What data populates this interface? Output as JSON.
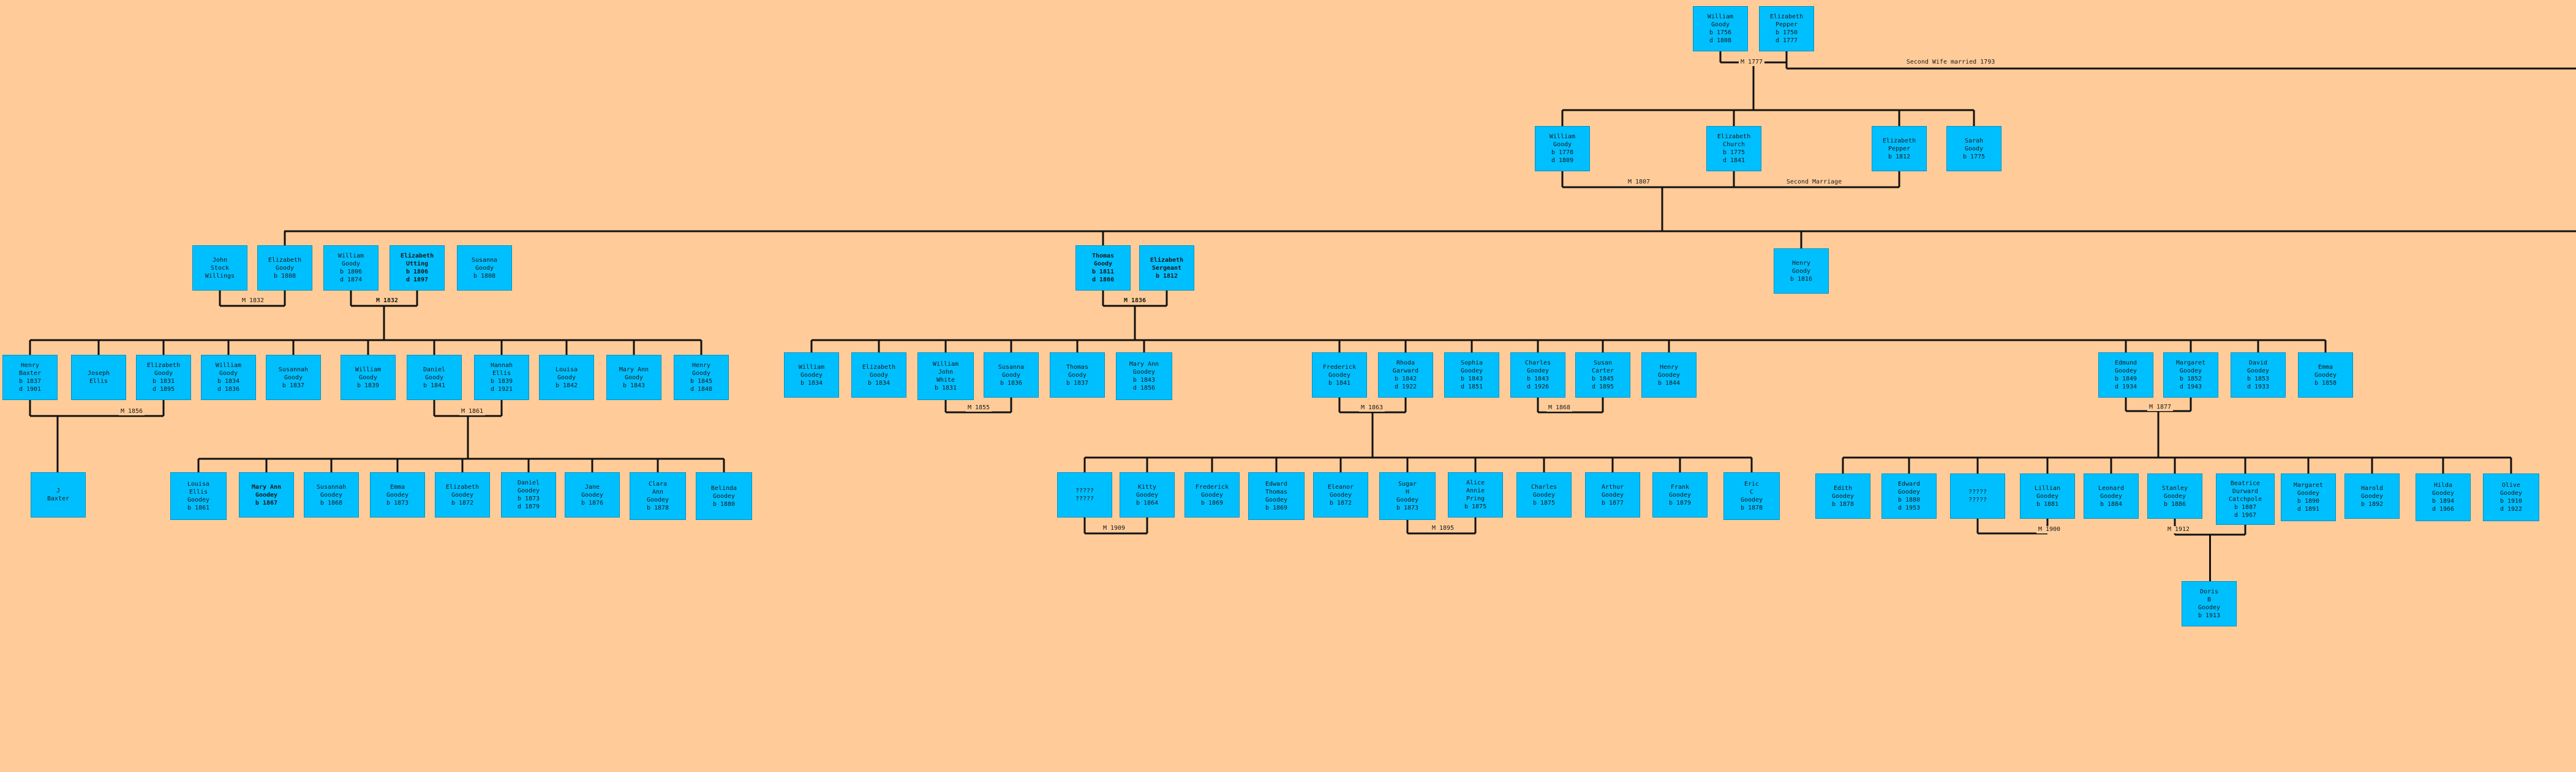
{
  "people": [
    {
      "id": "william-1756",
      "text": "William\nGoody\nb 1756\nd 1808"
    },
    {
      "id": "elizabeth-pepper-1750",
      "text": "Elizabeth\nPepper\nb 1750\nd 1777"
    },
    {
      "id": "william-1778",
      "text": "William\nGoody\nb 1778\nd 1809"
    },
    {
      "id": "elizabeth-church",
      "text": "Elizabeth\nChurch\nb 1775\nd 1841"
    },
    {
      "id": "elizabeth-pepper-1812",
      "text": "Elizabeth\nPepper\nb 1812"
    },
    {
      "id": "sarah-1775",
      "text": "Sarah\nGoody\nb 1775"
    },
    {
      "id": "john-stock-willings",
      "text": "John\nStock\nWillings"
    },
    {
      "id": "elizabeth-1808",
      "text": "Elizabeth\nGoody\nb 1808"
    },
    {
      "id": "william-1806",
      "text": "William\nGoody\nb 1806\nd 1874"
    },
    {
      "id": "elizabeth-utting",
      "text": "Elizabeth\nUtting\nb 1806\nd 1897",
      "bold": true
    },
    {
      "id": "susanna-1808",
      "text": "Susanna\nGoody\nb 1808"
    },
    {
      "id": "thomas-1811",
      "text": "Thomas\nGoody\nb 1811\nd 1866",
      "bold": true
    },
    {
      "id": "elizabeth-sergeant",
      "text": "Elizabeth\nSergeant\nb 1812",
      "bold": true
    },
    {
      "id": "henry-1816",
      "text": "Henry\nGoody\nb 1816"
    },
    {
      "id": "henry-baxter",
      "text": "Henry\nBaxter\nb 1837\nd 1901"
    },
    {
      "id": "joseph-ellis",
      "text": "Joseph\nEllis"
    },
    {
      "id": "elizabeth-1831",
      "text": "Elizabeth\nGoody\nb 1831\nd 1895"
    },
    {
      "id": "william-1834",
      "text": "William\nGoody\nb 1834\nd 1836"
    },
    {
      "id": "susannah-1837",
      "text": "Susannah\nGoody\nb 1837"
    },
    {
      "id": "william-1839",
      "text": "William\nGoody\nb 1839"
    },
    {
      "id": "daniel-1841",
      "text": "Daniel\nGoody\nb 1841"
    },
    {
      "id": "hannah-ellis",
      "text": "Hannah\nEllis\nb 1839\nd 1921"
    },
    {
      "id": "louisa-1842",
      "text": "Louisa\nGoody\nb 1842"
    },
    {
      "id": "maryann-1843",
      "text": "Mary Ann\nGoody\nb 1843"
    },
    {
      "id": "henry-1845",
      "text": "Henry\nGoody\nb 1845\nd 1848"
    },
    {
      "id": "j-baxter",
      "text": "J\nBaxter"
    },
    {
      "id": "louisa-ellis",
      "text": "Louisa\nEllis\nGoodey\nb 1861"
    },
    {
      "id": "maryann-1867",
      "text": "Mary Ann\nGoodey\nb 1867",
      "bold": true
    },
    {
      "id": "susannah-1868",
      "text": "Susannah\nGoodey\nb 1868"
    },
    {
      "id": "emma-1873",
      "text": "Emma\nGoodey\nb 1873"
    },
    {
      "id": "elizabeth-1872",
      "text": "Elizabeth\nGoodey\nb 1872"
    },
    {
      "id": "daniel-1873",
      "text": "Daniel\nGoodey\nb 1873\nd 1879"
    },
    {
      "id": "jane-1876",
      "text": "Jane\nGoodey\nb 1876"
    },
    {
      "id": "clara-1878",
      "text": "Clara\nAnn\nGoodey\nb 1878"
    },
    {
      "id": "belinda-1880",
      "text": "Belinda\nGoodey\nb 1880"
    },
    {
      "id": "william-1834b",
      "text": "William\nGoodey\nb 1834"
    },
    {
      "id": "elizabeth-1834",
      "text": "Elizabeth\nGoody\nb 1834"
    },
    {
      "id": "william-john-white",
      "text": "William\nJohn\nWhite\nb 1831"
    },
    {
      "id": "susanna-1836",
      "text": "Susanna\nGoody\nb 1836"
    },
    {
      "id": "thomas-1837",
      "text": "Thomas\nGoody\nb 1837"
    },
    {
      "id": "maryann-1843b",
      "text": "Mary Ann\nGoodey\nb 1843\nd 1856"
    },
    {
      "id": "frederick-1841",
      "text": "Frederick\nGoodey\nb 1841"
    },
    {
      "id": "rhoda-garward",
      "text": "Rhoda\nGarward\nb 1842\nd 1922"
    },
    {
      "id": "sophia-1843",
      "text": "Sophia\nGoodey\nb 1843\nd 1851"
    },
    {
      "id": "charles-1843",
      "text": "Charles\nGoodey\nb 1843\nd 1926"
    },
    {
      "id": "susan-carter",
      "text": "Susan\nCarter\nb 1845\nd 1895"
    },
    {
      "id": "henry-1844",
      "text": "Henry\nGoodey\nb 1844"
    },
    {
      "id": "unknown-1",
      "text": "?????\n?????"
    },
    {
      "id": "kitty-1864",
      "text": "Kitty\nGoodey\nb 1864"
    },
    {
      "id": "frederick-1869",
      "text": "Frederick\nGoodey\nb 1869"
    },
    {
      "id": "edward-thomas",
      "text": "Edward\nThomas\nGoodey\nb 1869"
    },
    {
      "id": "eleanor-1872",
      "text": "Eleanor\nGoodey\nb 1872"
    },
    {
      "id": "sugar-h",
      "text": "Sugar\nH\nGoodey\nb 1873"
    },
    {
      "id": "alice-annie",
      "text": "Alice\nAnnie\nPring\nb 1875"
    },
    {
      "id": "charles-1875",
      "text": "Charles\nGoodey\nb 1875"
    },
    {
      "id": "arthur-1877",
      "text": "Arthur\nGoodey\nb 1877"
    },
    {
      "id": "frank-1879",
      "text": "Frank\nGoodey\nb 1879"
    },
    {
      "id": "eric-1878",
      "text": "Eric\nC\nGoodey\nb 1878"
    },
    {
      "id": "edmund-1849",
      "text": "Edmund\nGoodey\nb 1849\nd 1934"
    },
    {
      "id": "margaret-1852",
      "text": "Margaret\nGoodey\nb 1852\nd 1943"
    },
    {
      "id": "david-1853",
      "text": "David\nGoodey\nb 1853\nd 1933"
    },
    {
      "id": "emma-1858",
      "text": "Emma\nGoodey\nb 1858"
    },
    {
      "id": "edith-1878",
      "text": "Edith\nGoodey\nb 1878"
    },
    {
      "id": "edward-1880",
      "text": "Edward\nGoodey\nb 1880\nd 1953"
    },
    {
      "id": "unknown-2",
      "text": "?????\n?????"
    },
    {
      "id": "lillian-1881",
      "text": "Lillian\nGoodey\nb 1881"
    },
    {
      "id": "leonard-1884",
      "text": "Leonard\nGoodey\nb 1884"
    },
    {
      "id": "stanley-1886",
      "text": "Stanley\nGoodey\nb 1886"
    },
    {
      "id": "beatrice",
      "text": "Beatrice\nDurward\nCatchpole\nb 1887\nd 1967"
    },
    {
      "id": "margaret-1891",
      "text": "Margaret\nGoodey\nb 1890\nd 1891"
    },
    {
      "id": "harold-1892",
      "text": "Harold\nGoodey\nb 1892"
    },
    {
      "id": "hilda-1894",
      "text": "Hilda\nGoodey\nb 1894\nd 1966"
    },
    {
      "id": "olive-1910",
      "text": "Olive\nGoodey\nb 1910\nd 1922"
    },
    {
      "id": "doris-b",
      "text": "Doris\nB\nGoodey\nb 1913"
    }
  ],
  "marriages": [
    {
      "id": "m-1777",
      "text": "M 1777"
    },
    {
      "id": "m-second-wife",
      "text": "Second Wife married 1793"
    },
    {
      "id": "m-1807",
      "text": "M 1807"
    },
    {
      "id": "m-second-marriage",
      "text": "Second Marriage"
    },
    {
      "id": "m-1832a",
      "text": "M 1832"
    },
    {
      "id": "m-1832b",
      "text": "M 1832",
      "bold": true
    },
    {
      "id": "m-1836",
      "text": "M 1836",
      "bold": true
    },
    {
      "id": "m-1856",
      "text": "M 1856"
    },
    {
      "id": "m-1861",
      "text": "M 1861"
    },
    {
      "id": "m-1855",
      "text": "M 1855"
    },
    {
      "id": "m-1863",
      "text": "M 1863"
    },
    {
      "id": "m-1868",
      "text": "M 1868"
    },
    {
      "id": "m-1877",
      "text": "M 1877"
    },
    {
      "id": "m-1909",
      "text": "M 1909"
    },
    {
      "id": "m-1895",
      "text": "M 1895"
    },
    {
      "id": "m-1900",
      "text": "M 1900"
    },
    {
      "id": "m-1912",
      "text": "M 1912"
    }
  ]
}
